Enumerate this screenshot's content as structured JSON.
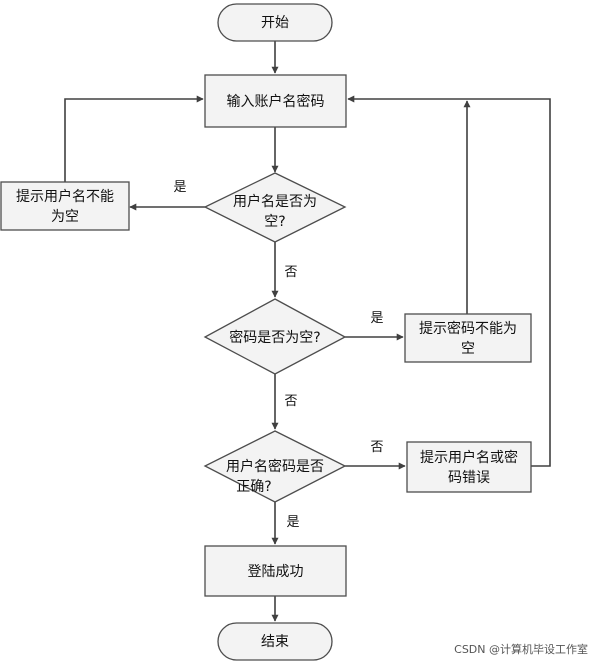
{
  "nodes": {
    "start": "开始",
    "input": "输入账户名密码",
    "check_user_empty": [
      "用户名是否为",
      "空?"
    ],
    "prompt_user_empty": [
      "提示用户名不能",
      "为空"
    ],
    "check_pwd_empty": "密码是否为空?",
    "prompt_pwd_empty": [
      "提示密码不能为",
      "空"
    ],
    "check_correct": [
      "用户名密码是否",
      "正确?"
    ],
    "prompt_wrong": [
      "提示用户名或密",
      "码错误"
    ],
    "login_success": "登陆成功",
    "end": "结束"
  },
  "edges": {
    "user_empty_yes": "是",
    "user_empty_no": "否",
    "pwd_empty_yes": "是",
    "pwd_empty_no": "否",
    "correct_no": "否",
    "correct_yes": "是"
  },
  "watermark": "CSDN @计算机毕设工作室"
}
